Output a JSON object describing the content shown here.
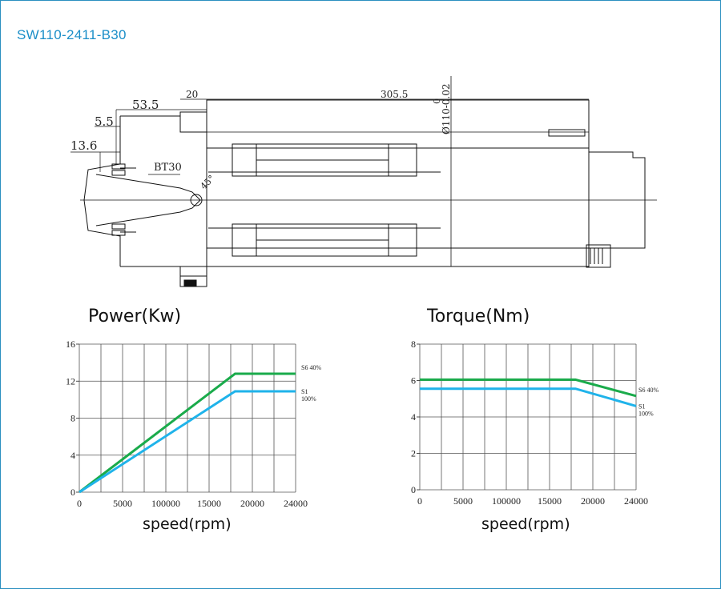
{
  "model": "SW110-2411-B30",
  "drawing": {
    "dims": [
      "53.5",
      "20",
      "5.5",
      "13.6",
      "305.5"
    ],
    "taper_label": "BT30",
    "angle_label": "45°",
    "diameter_label": "Ø110-0.02",
    "diameter_tol_top": "0"
  },
  "chart_data": [
    {
      "type": "line",
      "title": "Power(Kw)",
      "xlabel": "speed(rpm)",
      "ylabel": "",
      "x_ticks": [
        "0",
        "5000",
        "100000",
        "15000",
        "20000",
        "24000"
      ],
      "y_ticks": [
        "0",
        "4",
        "8",
        "12",
        "16"
      ],
      "xlim": [
        0,
        25000
      ],
      "ylim": [
        0,
        16
      ],
      "series": [
        {
          "name": "S6 40%",
          "color": "#1aab4b",
          "points": [
            [
              0,
              0
            ],
            [
              18000,
              12.8
            ],
            [
              25000,
              12.8
            ]
          ]
        },
        {
          "name": "S1",
          "sub": "100%",
          "color": "#1fb3ea",
          "points": [
            [
              0,
              0
            ],
            [
              18000,
              10.9
            ],
            [
              25000,
              10.9
            ]
          ]
        }
      ]
    },
    {
      "type": "line",
      "title": "Torque(Nm)",
      "xlabel": "speed(rpm)",
      "ylabel": "",
      "x_ticks": [
        "0",
        "5000",
        "100000",
        "15000",
        "20000",
        "24000"
      ],
      "y_ticks": [
        "0",
        "2",
        "4",
        "6",
        "8"
      ],
      "xlim": [
        0,
        25000
      ],
      "ylim": [
        0,
        8
      ],
      "series": [
        {
          "name": "S6 40%",
          "color": "#1aab4b",
          "points": [
            [
              0,
              6.05
            ],
            [
              18000,
              6.05
            ],
            [
              25000,
              5.15
            ]
          ]
        },
        {
          "name": "S1",
          "sub": "100%",
          "color": "#1fb3ea",
          "points": [
            [
              0,
              5.55
            ],
            [
              18000,
              5.55
            ],
            [
              25000,
              4.6
            ]
          ]
        }
      ]
    }
  ],
  "colors": {
    "title": "#1b8ec8",
    "frame": "#2a8fc0",
    "grid": "#555555"
  }
}
